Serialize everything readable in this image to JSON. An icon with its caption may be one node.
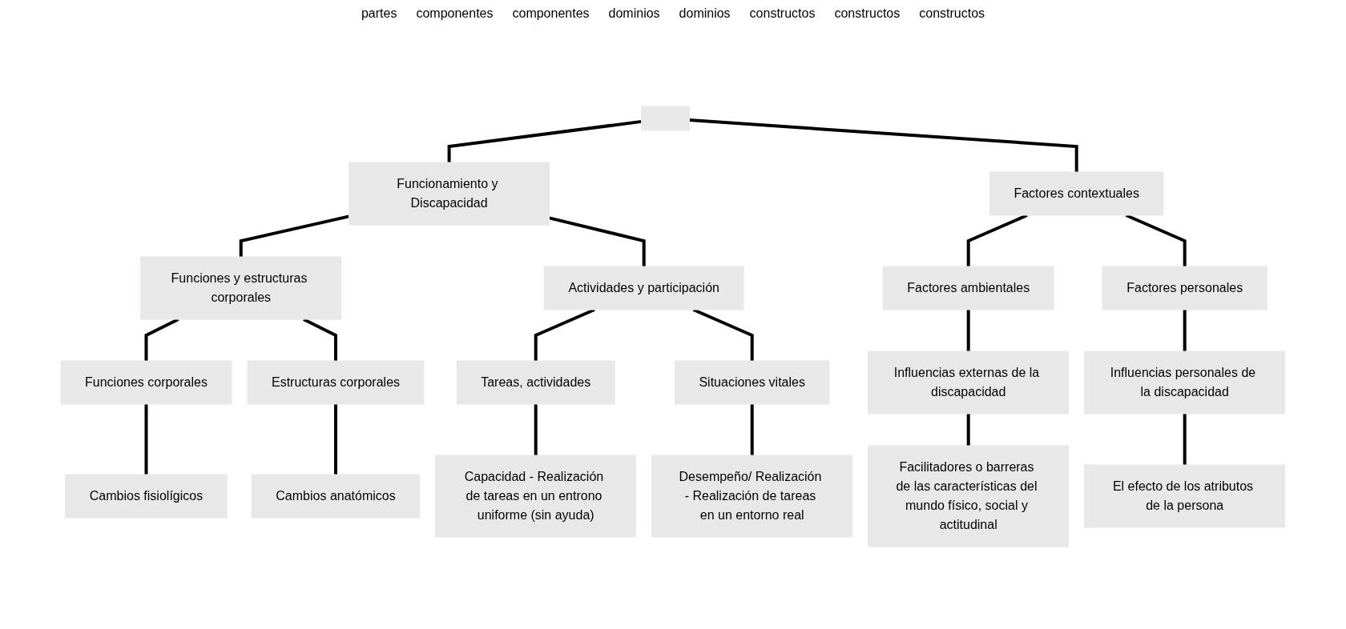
{
  "diagram": {
    "nodes": [
      {
        "text": [],
        "shape": "box"
      },
      {
        "text": [
          "Funcionamiento y Discapacidad"
        ]
      },
      {
        "text": [
          "Factores contextuales"
        ]
      },
      {
        "text": [
          "Funciones y estructuras corporales"
        ]
      },
      {
        "text": [
          "Actividades y participación"
        ]
      },
      {
        "text": [
          "Factores ambientales"
        ]
      },
      {
        "text": [
          "Factores personales"
        ]
      },
      {
        "text": [
          "Funciones corporales"
        ]
      },
      {
        "text": [
          "Estructuras corporales"
        ]
      },
      {
        "text": [
          "Tareas, actividades"
        ]
      },
      {
        "text": [
          "Situaciones vitales"
        ]
      },
      {
        "text": [
          "Influencias externas de la discapacidad"
        ]
      },
      {
        "text": [
          "Influencias personales de la discapacidad"
        ]
      },
      {
        "text": [
          "Cambios fisiolígicos"
        ]
      },
      {
        "text": [
          "Cambios anatómicos"
        ]
      },
      {
        "text": [
          "Capacidad - Realización de tareas en un entrono uniforme (sin ayuda)"
        ]
      },
      {
        "text": [
          "Desempeño/ Realización - Realización de tareas en un entorno real"
        ]
      },
      {
        "text": [
          "Facilitadores o barreras de las características del mundo físico, social y actitudinal"
        ]
      },
      {
        "text": [
          "El efecto de los atributos de la persona"
        ]
      }
    ],
    "edges": [
      {
        "from": 0,
        "to": 1,
        "arrow": "none"
      },
      {
        "from": 0,
        "to": 2,
        "arrow": "none"
      },
      {
        "from": 1,
        "to": 3,
        "arrow": "none"
      },
      {
        "from": 1,
        "to": 4,
        "arrow": "none"
      },
      {
        "from": 2,
        "to": 5,
        "arrow": "none"
      },
      {
        "from": 2,
        "to": 6,
        "arrow": "none"
      },
      {
        "from": 3,
        "to": 7,
        "arrow": "none"
      },
      {
        "from": 3,
        "to": 8,
        "arrow": "none"
      },
      {
        "from": 4,
        "to": 9,
        "arrow": "none"
      },
      {
        "from": 4,
        "to": 10,
        "arrow": "none"
      },
      {
        "from": 5,
        "to": 11,
        "arrow": "none"
      },
      {
        "from": 6,
        "to": 12,
        "arrow": "none"
      },
      {
        "from": 7,
        "to": 13,
        "arrow": "none"
      },
      {
        "from": 8,
        "to": 14,
        "arrow": "none"
      },
      {
        "from": 9,
        "to": 15,
        "arrow": "none"
      },
      {
        "from": 10,
        "to": 16,
        "arrow": "none"
      },
      {
        "from": 11,
        "to": 17,
        "arrow": "none"
      },
      {
        "from": 12,
        "to": 18,
        "arrow": "none"
      }
    ],
    "labels": [
      "partes",
      "componentes",
      "componentes",
      "dominios",
      "dominios",
      "constructos",
      "constructos",
      "constructos"
    ]
  }
}
